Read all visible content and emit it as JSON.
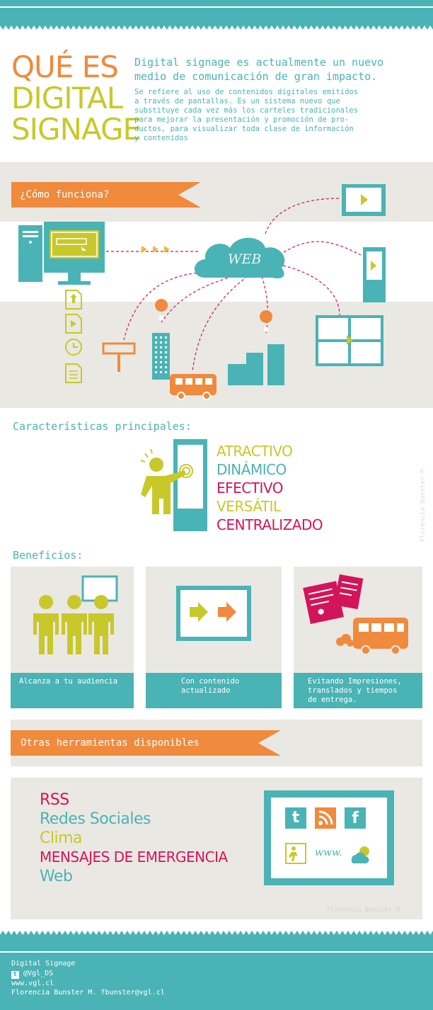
{
  "title": {
    "que_es": "QUÉ ES",
    "digital": "DIGITAL",
    "signage": "SIGNAGE"
  },
  "intro": {
    "headline_line1": "Digital signage es actualmente un nuevo",
    "headline_line2": "medio de comunicación de gran impacto.",
    "body_lines": [
      "Se refiere al uso de contenidos digitales emitidos",
      "a través de pantallas. Es un sistema nuevo que",
      "substituye cada vez más los carteles tradicionales",
      "para mejorar la presentación y promoción de pro-",
      "ductos, para visualizar toda clase de información",
      "y contenidos"
    ]
  },
  "como_funciona": {
    "banner": "¿Cómo funciona?",
    "cloud_label": "WEB"
  },
  "caracteristicas": {
    "heading": "Características principales:",
    "items": [
      {
        "label": "ATRACTIVO",
        "color": "#c8c82a"
      },
      {
        "label": "DINÁMICO",
        "color": "#4ab3b5"
      },
      {
        "label": "EFECTIVO",
        "color": "#d4145a"
      },
      {
        "label": "VERSÁTIL",
        "color": "#c8c82a"
      },
      {
        "label": "CENTRALIZADO",
        "color": "#d4145a"
      }
    ],
    "side_credit": "Florencia Bunster M."
  },
  "beneficios": {
    "heading": "Beneficios:",
    "cards": [
      {
        "caption_lines": [
          "Alcanza a tu audiencia"
        ]
      },
      {
        "caption_lines": [
          "Con contenido",
          "actualizado"
        ]
      },
      {
        "caption_lines": [
          "Evitando Impresiones,",
          "translados y tiempos",
          "de entrega."
        ]
      }
    ]
  },
  "otras": {
    "banner": "Otras herramientas disponibles",
    "items": [
      {
        "label": "RSS",
        "color": "#d4145a"
      },
      {
        "label": "Redes Sociales",
        "color": "#4ab3b5"
      },
      {
        "label": "Clima",
        "color": "#c8c82a"
      },
      {
        "label": "MENSAJES DE EMERGENCIA",
        "color": "#d4145a"
      },
      {
        "label": "Web",
        "color": "#4ab3b5"
      }
    ],
    "www_text": "www.",
    "credit": "Florencia Bunster M."
  },
  "footer": {
    "title": "Digital Signage",
    "twitter": "@Vgl_DS",
    "website": "www.vgl.cl",
    "contact": "Florencia Bunster M. fbunster@vgl.cl"
  },
  "colors": {
    "teal": "#4ab3b5",
    "orange": "#f08a3c",
    "lime": "#c8c82a",
    "magenta": "#d4145a",
    "beige": "#eae8e3"
  }
}
